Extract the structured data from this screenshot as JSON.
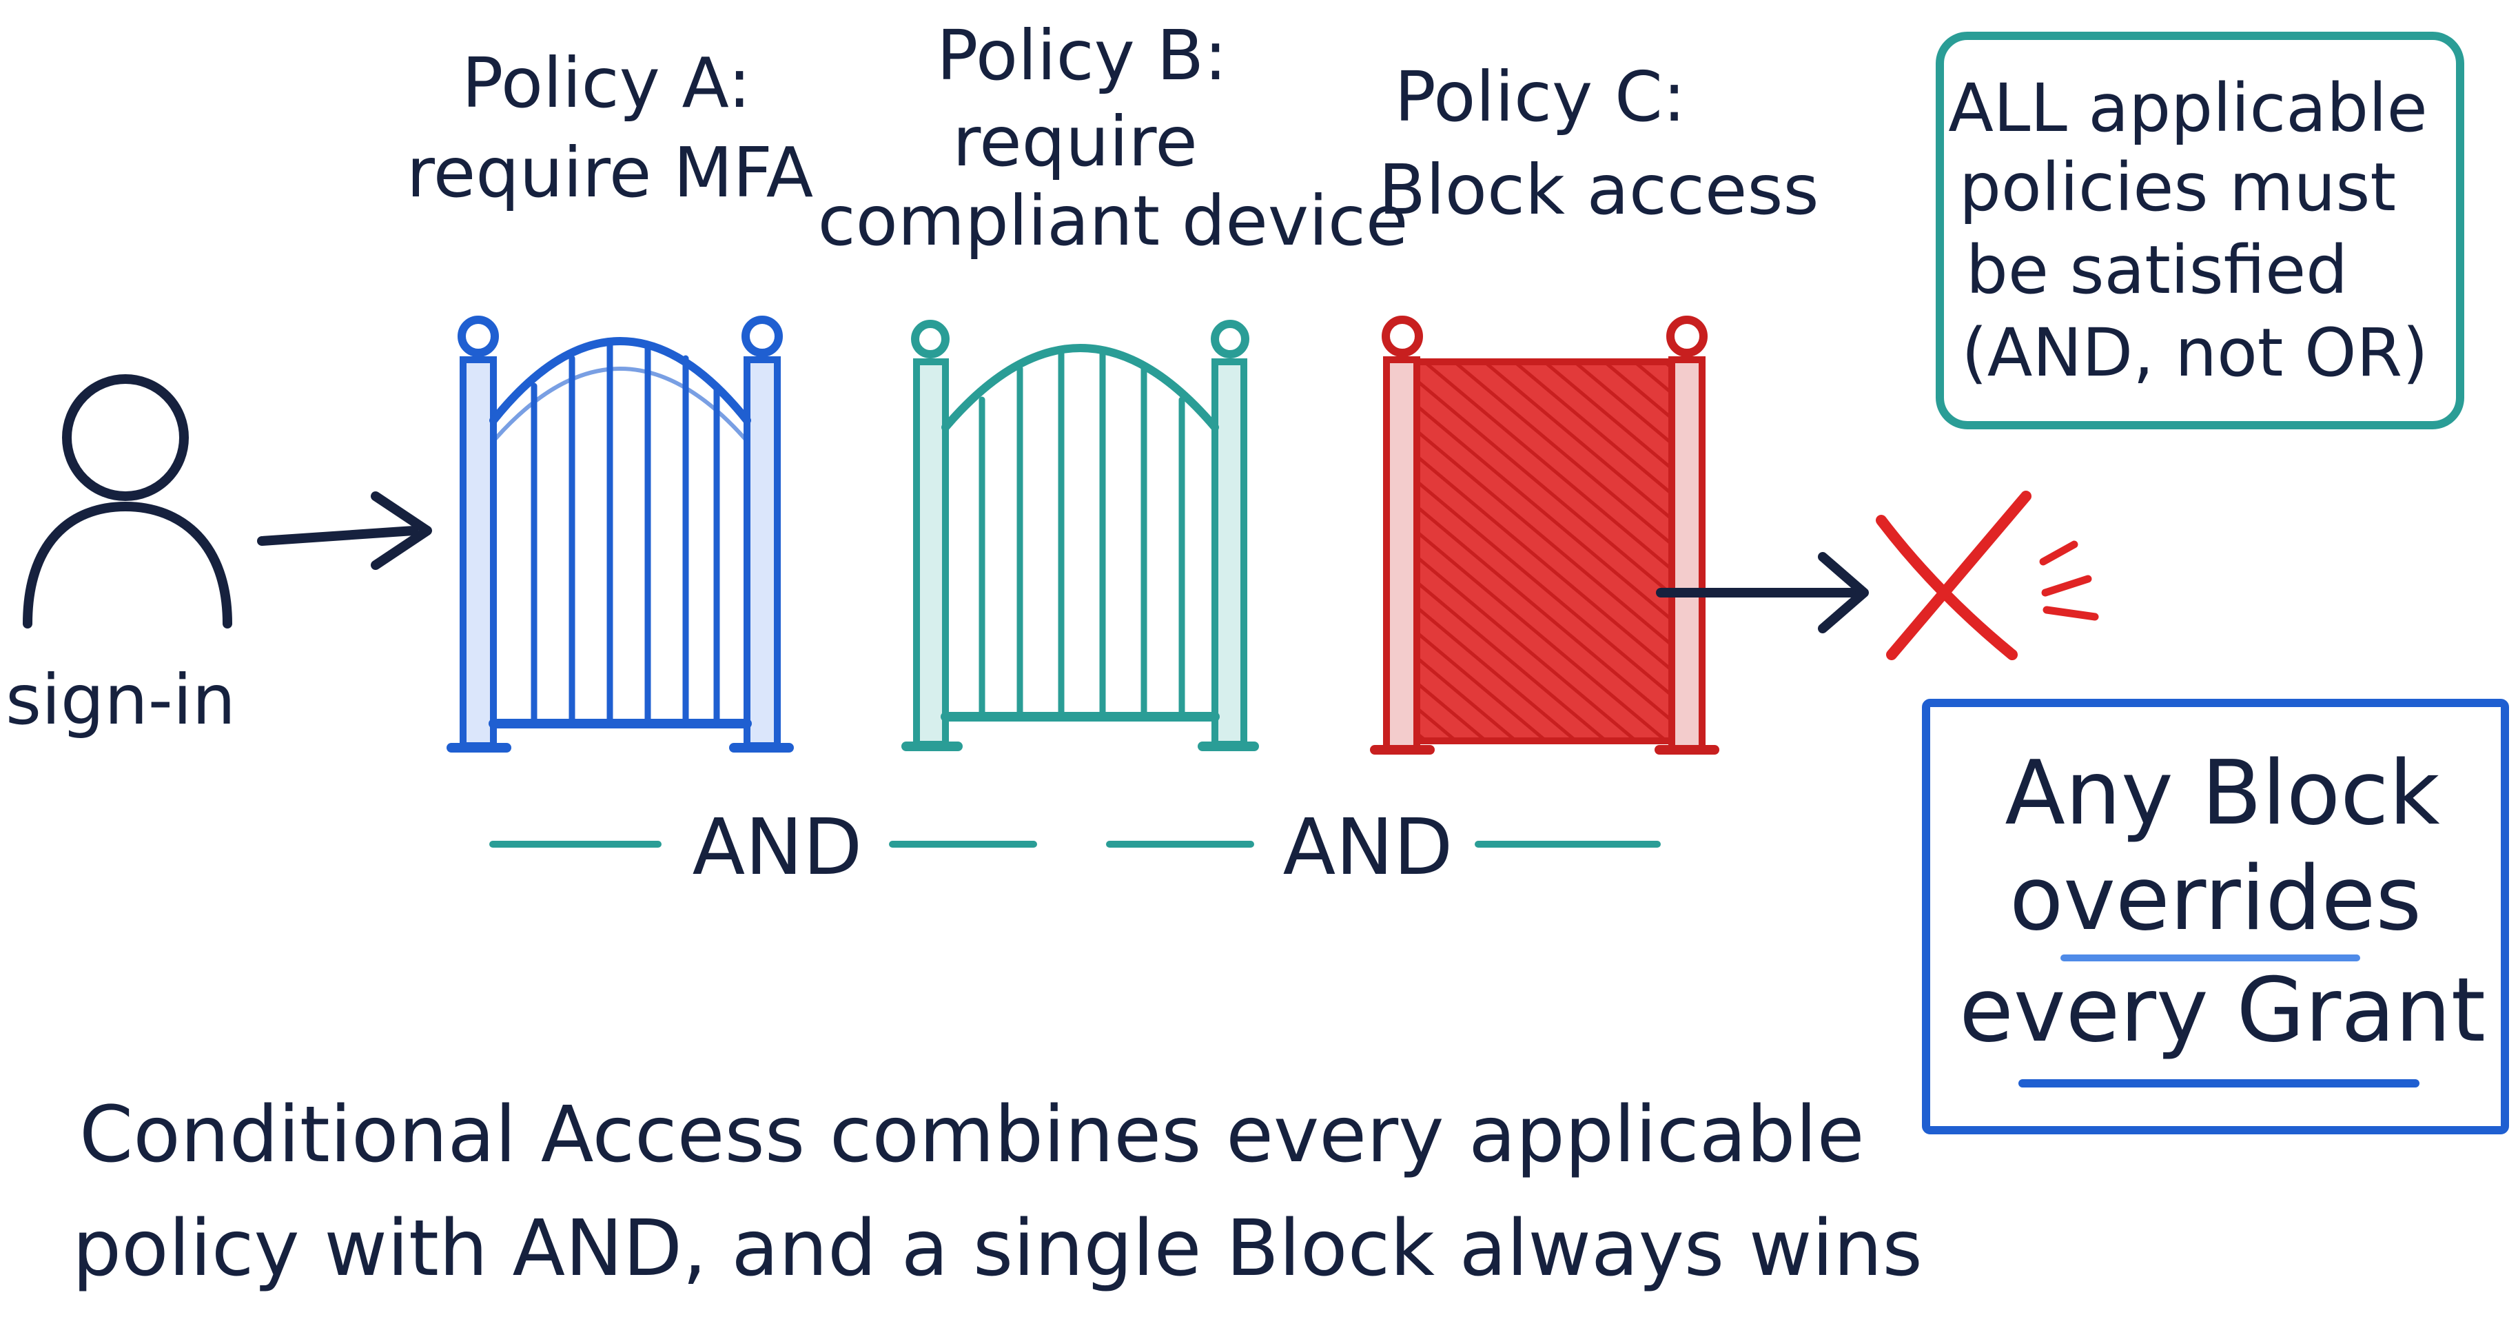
{
  "actor": {
    "label": "sign-in",
    "icon": "person-icon"
  },
  "policies": [
    {
      "title": "Policy A:",
      "action": "require MFA",
      "color": "#1f5fd1"
    },
    {
      "title": "Policy B:",
      "action_line1": "require",
      "action_line2": "compliant device",
      "color": "#2a9d96"
    },
    {
      "title": "Policy C:",
      "action": "Block access",
      "color": "#d42a2a"
    }
  ],
  "connectors": {
    "and_1": "AND",
    "and_2": "AND"
  },
  "result_icon": "x-denied-icon",
  "note": {
    "line1": "ALL applicable",
    "line2": "policies must",
    "line3": "be satisfied",
    "line4": "(AND, not OR)",
    "border_color": "#2a9d96"
  },
  "callout": {
    "line1": "Any Block",
    "line2": "overrides",
    "line3": "every Grant",
    "border_color": "#1f5fd1"
  },
  "caption": {
    "line1": "Conditional Access combines every applicable",
    "line2": "policy with AND, and a single Block always wins"
  },
  "colors": {
    "ink": "#16213e",
    "blue": "#1f5fd1",
    "teal": "#2a9d96",
    "red": "#d42a2a"
  }
}
